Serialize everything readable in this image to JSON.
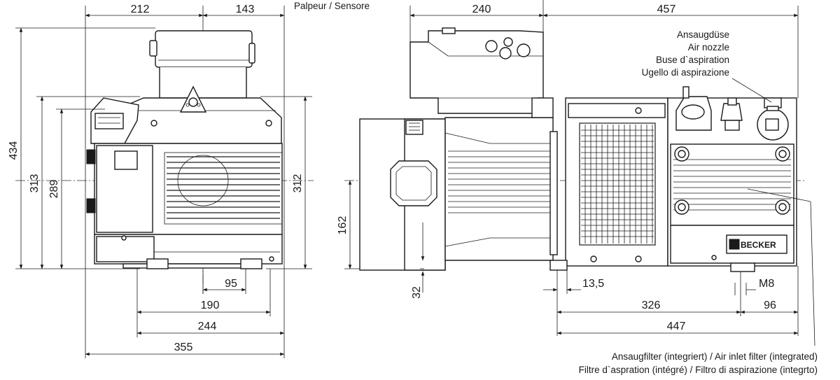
{
  "front_view": {
    "dims": {
      "top_left": "212",
      "top_right": "143",
      "height_total": "434",
      "height_a": "313",
      "height_b": "289",
      "height_right": "312",
      "bottom_95": "95",
      "bottom_190": "190",
      "bottom_244": "244",
      "bottom_355": "355"
    },
    "sensor_label": "Palpeur / Sensore"
  },
  "side_view": {
    "dims": {
      "top_240": "240",
      "top_457": "457",
      "left_162": "162",
      "left_32": "32",
      "d_13_5": "13,5",
      "d_m8": "M8",
      "d_326": "326",
      "d_96": "96",
      "d_447": "447"
    },
    "logo_text": "BECKER",
    "air_nozzle_label": [
      "Ansaugdüse",
      "Air nozzle",
      "Buse d`aspiration",
      "Ugello di aspirazione"
    ],
    "filter_label": [
      "Ansaugfilter (integriert) / Air inlet filter (integrated)",
      "Filtre d`aspration (intégré) / Filtro di aspirazione (integrto)"
    ]
  }
}
